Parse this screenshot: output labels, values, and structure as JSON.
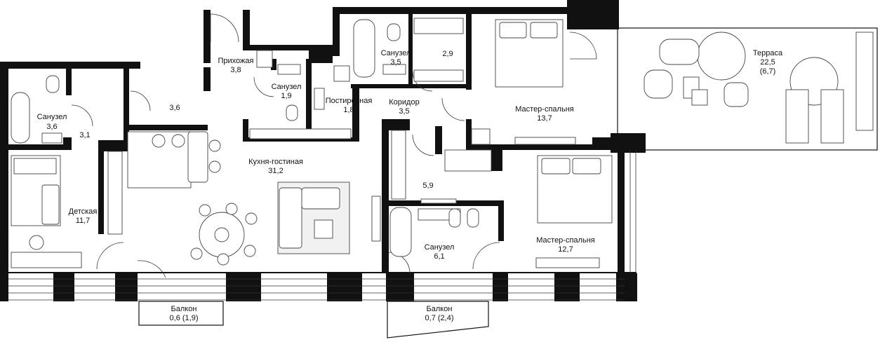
{
  "rooms": [
    {
      "id": "bath-left",
      "name": "Санузел",
      "area": "3,6"
    },
    {
      "id": "corridor-small",
      "name": "",
      "area": "3,1"
    },
    {
      "id": "closet-left",
      "name": "",
      "area": "3,6"
    },
    {
      "id": "hall",
      "name": "Прихожая",
      "area": "3,8"
    },
    {
      "id": "wc-small",
      "name": "Санузел",
      "area": "1,9"
    },
    {
      "id": "laundry",
      "name": "Постирочная",
      "area": "1,8"
    },
    {
      "id": "bath-top",
      "name": "Санузел",
      "area": "3,5"
    },
    {
      "id": "closet-top",
      "name": "",
      "area": "2,9"
    },
    {
      "id": "corridor",
      "name": "Коридор",
      "area": "3,5"
    },
    {
      "id": "master1",
      "name": "Мастер-спальня",
      "area": "13,7"
    },
    {
      "id": "terrace",
      "name": "Терраса",
      "area": "22,5",
      "extra": "(6,7)"
    },
    {
      "id": "kitchen-living",
      "name": "Кухня-гостиная",
      "area": "31,2"
    },
    {
      "id": "kids",
      "name": "Детская",
      "area": "11,7"
    },
    {
      "id": "closet-mid",
      "name": "",
      "area": "5,9"
    },
    {
      "id": "bath-mid",
      "name": "Санузел",
      "area": "6,1"
    },
    {
      "id": "master2",
      "name": "Мастер-спальня",
      "area": "12,7"
    },
    {
      "id": "balcony-left",
      "name": "Балкон",
      "area": "0,6 (1,9)"
    },
    {
      "id": "balcony-right",
      "name": "Балкон",
      "area": "0,7 (2,4)"
    }
  ]
}
